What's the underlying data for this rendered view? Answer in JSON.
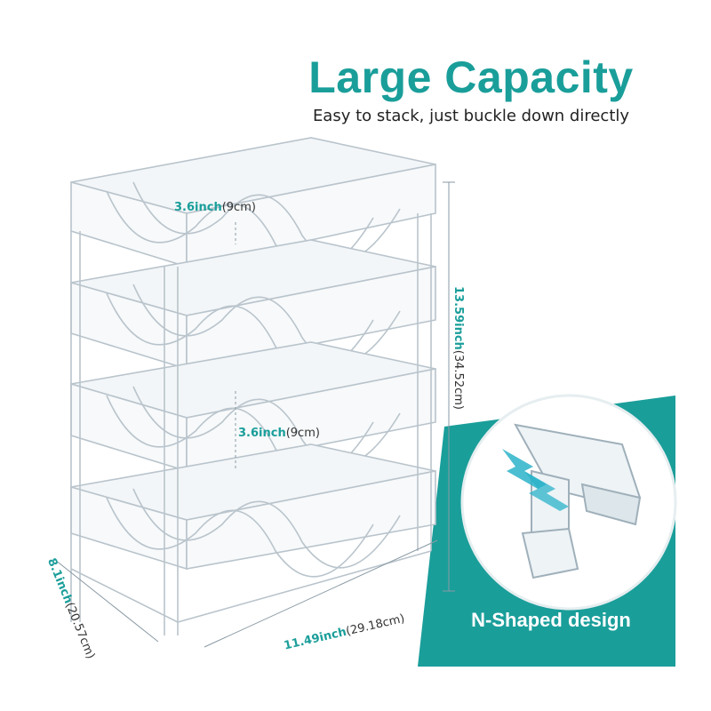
{
  "header": {
    "title": "Large Capacity",
    "subtitle": "Easy to stack, just buckle down directly"
  },
  "dimensions": {
    "top_gap": {
      "value": "3.6inch",
      "unit": "(9cm)"
    },
    "mid_gap": {
      "value": "3.6inch",
      "unit": "(9cm)"
    },
    "height": {
      "value": "13.59inch",
      "unit": "(34.52cm)"
    },
    "depth": {
      "value": "8.1inch",
      "unit": "(20.57cm)"
    },
    "width": {
      "value": "11.49inch",
      "unit": "(29.18cm)"
    }
  },
  "callout": {
    "label": "N-Shaped design"
  },
  "colors": {
    "accent": "#1a9e9a",
    "rack_stroke": "#b9c4cc",
    "rack_fill": "#f3f6f8"
  }
}
